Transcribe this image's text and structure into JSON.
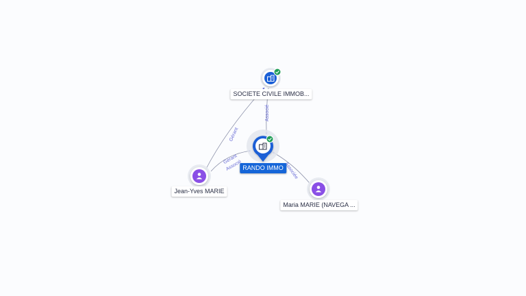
{
  "colors": {
    "company": "#1a5fd6",
    "person": "#8a4fe6",
    "verified": "#1f9d57",
    "edge": "#8a8fa8",
    "edge_label": "#6b6fd6"
  },
  "nodes": {
    "sci": {
      "label": "SOCIETE CIVILE IMMOB...",
      "type": "company",
      "icon": "building-icon",
      "verified": true
    },
    "rando": {
      "label": "RANDO IMMO",
      "type": "company-main",
      "icon": "building-icon",
      "verified": true
    },
    "jean": {
      "label": "Jean-Yves MARIE",
      "type": "person",
      "icon": "person-icon"
    },
    "maria": {
      "label": "Maria MARIE (NAVEGA ...",
      "type": "person",
      "icon": "person-icon"
    }
  },
  "edges": {
    "jean_sci": "Gérant",
    "sci_rando": "Associé",
    "jean_rando_1": "Gérant",
    "jean_rando_2": "Associé",
    "maria_rando": "Associée"
  }
}
